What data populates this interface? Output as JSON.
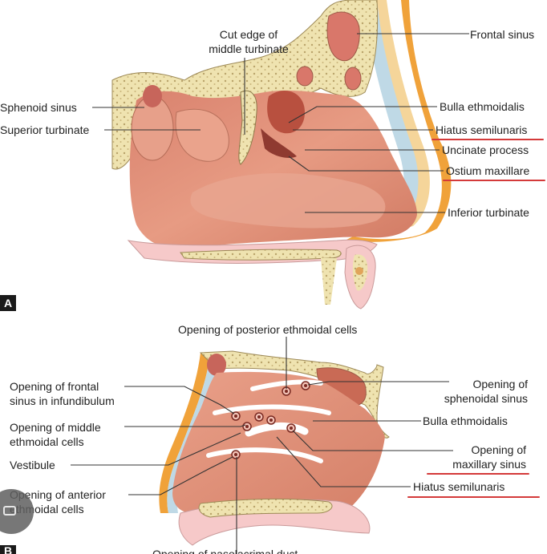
{
  "panel_a": {
    "tag": "A",
    "labels": {
      "cut_edge": [
        "Cut edge of",
        "middle turbinate"
      ],
      "frontal_sinus": "Frontal sinus",
      "sphenoid_sinus": "Sphenoid sinus",
      "superior_turbinate": "Superior turbinate",
      "bulla_ethmoidalis": "Bulla ethmoidalis",
      "hiatus_semilunaris": "Hiatus semilunaris",
      "uncinate_process": "Uncinate process",
      "ostium_maxillare": "Ostium maxillare",
      "inferior_turbinate": "Inferior turbinate"
    }
  },
  "panel_b": {
    "tag": "B",
    "labels": {
      "posterior_ethmoidal": "Opening of posterior ethmoidal cells",
      "frontal_infundibulum": [
        "Opening of frontal",
        "sinus in infundibulum"
      ],
      "middle_ethmoidal": [
        "Opening of middle",
        "ethmoidal cells"
      ],
      "vestibule": "Vestibule",
      "anterior_ethmoidal": [
        "Opening of anterior",
        "ethmoidal cells"
      ],
      "sphenoidal_sinus": [
        "Opening of",
        "sphenoidal sinus"
      ],
      "bulla_ethmoidalis": "Bulla ethmoidalis",
      "maxillary_sinus": [
        "Opening of",
        "maxillary sinus"
      ],
      "hiatus_semilunaris": "Hiatus semilunaris",
      "bottom_cut": "Opening of nasolacrimal duct"
    }
  },
  "colors": {
    "mucosa": "#e4907a",
    "mucosa_dark": "#c96a55",
    "bone": "#efe3b0",
    "bone_dot": "#b9a36a",
    "skin": "#f0a23a",
    "pink": "#f6c9c9",
    "annotation_red": "#d43a3a"
  }
}
